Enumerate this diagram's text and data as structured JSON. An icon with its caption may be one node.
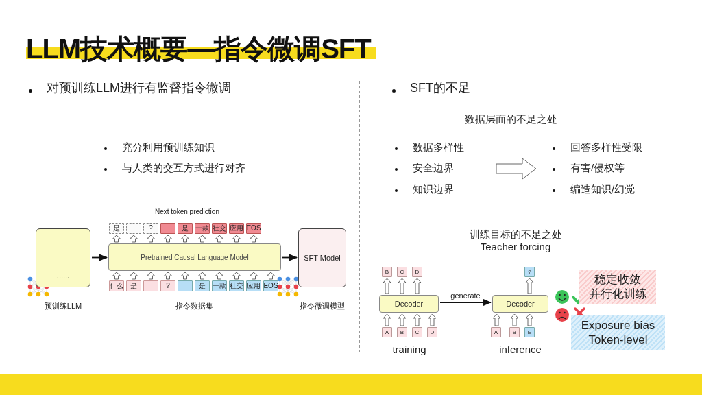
{
  "diagram": {
    "title": "LLM技术概要—指令微调SFT",
    "nodes": [
      {
        "text": [
          "......"
        ]
      },
      {
        "text": [
          "Pretrained Causal Language Model"
        ]
      },
      {
        "text": [
          "SFT Model"
        ]
      },
      {
        "text": [
          "是"
        ]
      },
      {
        "text": [],
        "shape": "box"
      },
      {
        "text": [
          "?"
        ]
      },
      {
        "text": [],
        "shape": "box"
      },
      {
        "text": [
          "是"
        ]
      },
      {
        "text": [
          "一款"
        ]
      },
      {
        "text": [
          "社交"
        ]
      },
      {
        "text": [
          "应用"
        ]
      },
      {
        "text": [
          "EOS"
        ]
      },
      {
        "text": [
          "什么"
        ]
      },
      {
        "text": [
          "是"
        ]
      },
      {
        "text": [],
        "shape": "box"
      },
      {
        "text": [
          "?"
        ]
      },
      {
        "text": [],
        "shape": "box"
      },
      {
        "text": [
          "是"
        ]
      },
      {
        "text": [
          "一款"
        ]
      },
      {
        "text": [
          "社交"
        ]
      },
      {
        "text": [
          "应用"
        ]
      },
      {
        "text": [
          "EOS"
        ]
      },
      {
        "text": [
          "Decoder"
        ]
      },
      {
        "text": [
          "Decoder"
        ]
      },
      {
        "text": [
          "B"
        ]
      },
      {
        "text": [
          "C"
        ]
      },
      {
        "text": [
          "D"
        ]
      },
      {
        "text": [
          "A"
        ]
      },
      {
        "text": [
          "B"
        ]
      },
      {
        "text": [
          "C"
        ]
      },
      {
        "text": [
          "D"
        ]
      },
      {
        "text": [
          "?"
        ]
      },
      {
        "text": [
          "A"
        ]
      },
      {
        "text": [
          "B"
        ]
      },
      {
        "text": [
          "E"
        ]
      },
      {
        "text": [
          "稳定收敛",
          "并行化训练"
        ]
      },
      {
        "text": [
          "Exposure bias",
          "Token-level"
        ]
      }
    ],
    "edges": [
      {
        "from": 0,
        "to": 1,
        "arrow": "to",
        "color": "#111111"
      },
      {
        "from": 1,
        "to": 2,
        "arrow": "to",
        "color": "#111111"
      },
      {
        "from": 12,
        "to": 1,
        "arrow": "to"
      },
      {
        "from": 13,
        "to": 1,
        "arrow": "to"
      },
      {
        "from": 14,
        "to": 1,
        "arrow": "to"
      },
      {
        "from": 15,
        "to": 1,
        "arrow": "to"
      },
      {
        "from": 16,
        "to": 1,
        "arrow": "to"
      },
      {
        "from": 17,
        "to": 1,
        "arrow": "to"
      },
      {
        "from": 18,
        "to": 1,
        "arrow": "to"
      },
      {
        "from": 19,
        "to": 1,
        "arrow": "to"
      },
      {
        "from": 20,
        "to": 1,
        "arrow": "to"
      },
      {
        "from": 21,
        "to": 1,
        "arrow": "to"
      },
      {
        "from": 1,
        "to": 3,
        "arrow": "to"
      },
      {
        "from": 1,
        "to": 4,
        "arrow": "to"
      },
      {
        "from": 1,
        "to": 5,
        "arrow": "to"
      },
      {
        "from": 1,
        "to": 6,
        "arrow": "to"
      },
      {
        "from": 1,
        "to": 7,
        "arrow": "to"
      },
      {
        "from": 1,
        "to": 8,
        "arrow": "to"
      },
      {
        "from": 1,
        "to": 9,
        "arrow": "to"
      },
      {
        "from": 1,
        "to": 10,
        "arrow": "to"
      },
      {
        "from": 1,
        "to": 11,
        "arrow": "to"
      },
      {
        "from": 22,
        "to": 23,
        "arrow": "to",
        "label": "generate",
        "color": "#111111"
      },
      {
        "from": 27,
        "to": 22,
        "arrow": "to"
      },
      {
        "from": 28,
        "to": 22,
        "arrow": "to"
      },
      {
        "from": 29,
        "to": 22,
        "arrow": "to"
      },
      {
        "from": 30,
        "to": 22,
        "arrow": "to"
      },
      {
        "from": 22,
        "to": 24,
        "arrow": "to"
      },
      {
        "from": 22,
        "to": 25,
        "arrow": "to"
      },
      {
        "from": 22,
        "to": 26,
        "arrow": "to"
      },
      {
        "from": 32,
        "to": 23,
        "arrow": "to"
      },
      {
        "from": 33,
        "to": 23,
        "arrow": "to"
      },
      {
        "from": 34,
        "to": 23,
        "arrow": "to"
      },
      {
        "from": 23,
        "to": 31,
        "arrow": "to"
      }
    ],
    "labels": [
      "对预训练LLM进行有监督指令微调",
      "SFT的不足",
      "充分利用预训练知识",
      "与人类的交互方式进行对齐",
      "Next token prediction",
      "预训练LLM",
      "指令数据集",
      "指令微调模型",
      "数据层面的不足之处",
      "数据多样性",
      "回答多样性受限",
      "安全边界",
      "有害/侵权等",
      "知识边界",
      "编造知识/幻觉",
      "训练目标的不足之处",
      "Teacher forcing",
      "training",
      "inference"
    ]
  }
}
